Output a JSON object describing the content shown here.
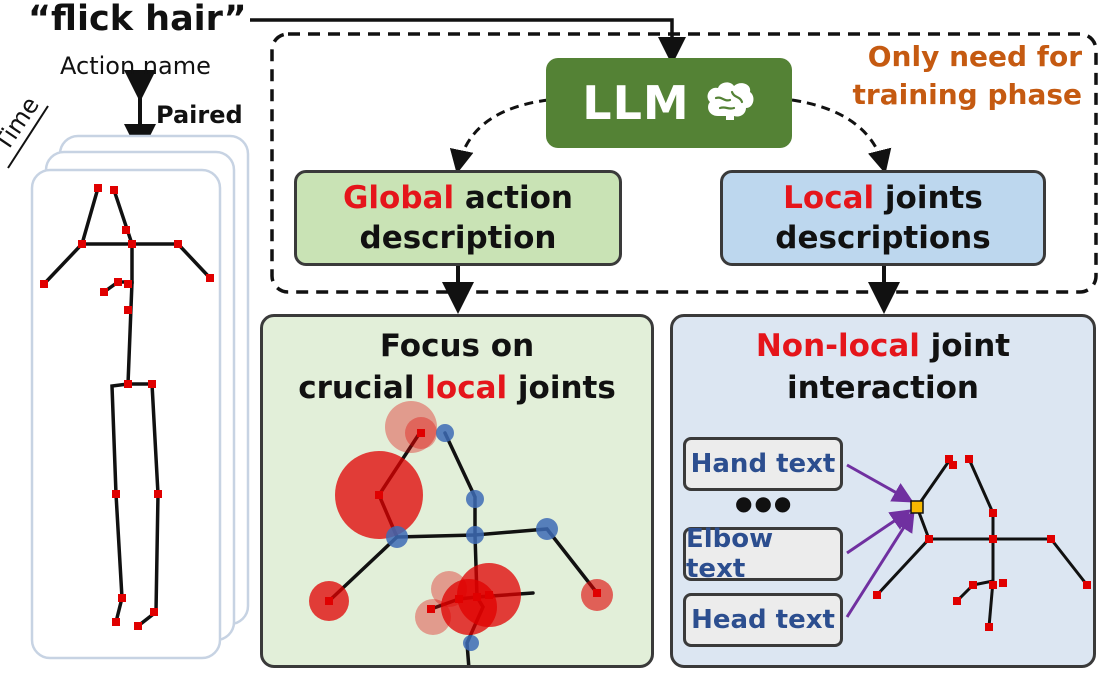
{
  "action": {
    "quote": "“flick hair”",
    "name_label": "Action name",
    "paired_label": "Paired",
    "time_label": "Time"
  },
  "llm": {
    "label": "LLM",
    "note_line1": "Only need for",
    "note_line2": "training phase"
  },
  "global_box": {
    "highlight": "Global",
    "line1_rest": " action",
    "line2": "description"
  },
  "local_box": {
    "highlight": "Local",
    "line1_rest": " joints",
    "line2": "descriptions"
  },
  "focus_panel": {
    "line1": "Focus on",
    "line2_pre": "crucial ",
    "line2_highlight": "local",
    "line2_post": " joints"
  },
  "interaction_panel": {
    "line1_highlight": "Non-local",
    "line1_rest": " joint",
    "line2": "interaction",
    "joint_texts": [
      "Hand text",
      "Elbow text",
      "Head text"
    ],
    "ellipsis": "●●●"
  },
  "colors": {
    "llm_green": "#548235",
    "global_fill": "#c9e3b5",
    "local_fill": "#bdd7ee",
    "focus_panel_fill": "#e2efd9",
    "interaction_panel_fill": "#dce6f2",
    "highlight_red": "#e5151b",
    "note_orange": "#c55a11",
    "joint_text_blue": "#2c4e8f",
    "arrow_purple": "#7030a0",
    "joint_red": "#e00000",
    "joint_blue": "#3d6bb5",
    "focus_yellow": "#f7b900"
  },
  "icons": [
    "brain-icon"
  ]
}
